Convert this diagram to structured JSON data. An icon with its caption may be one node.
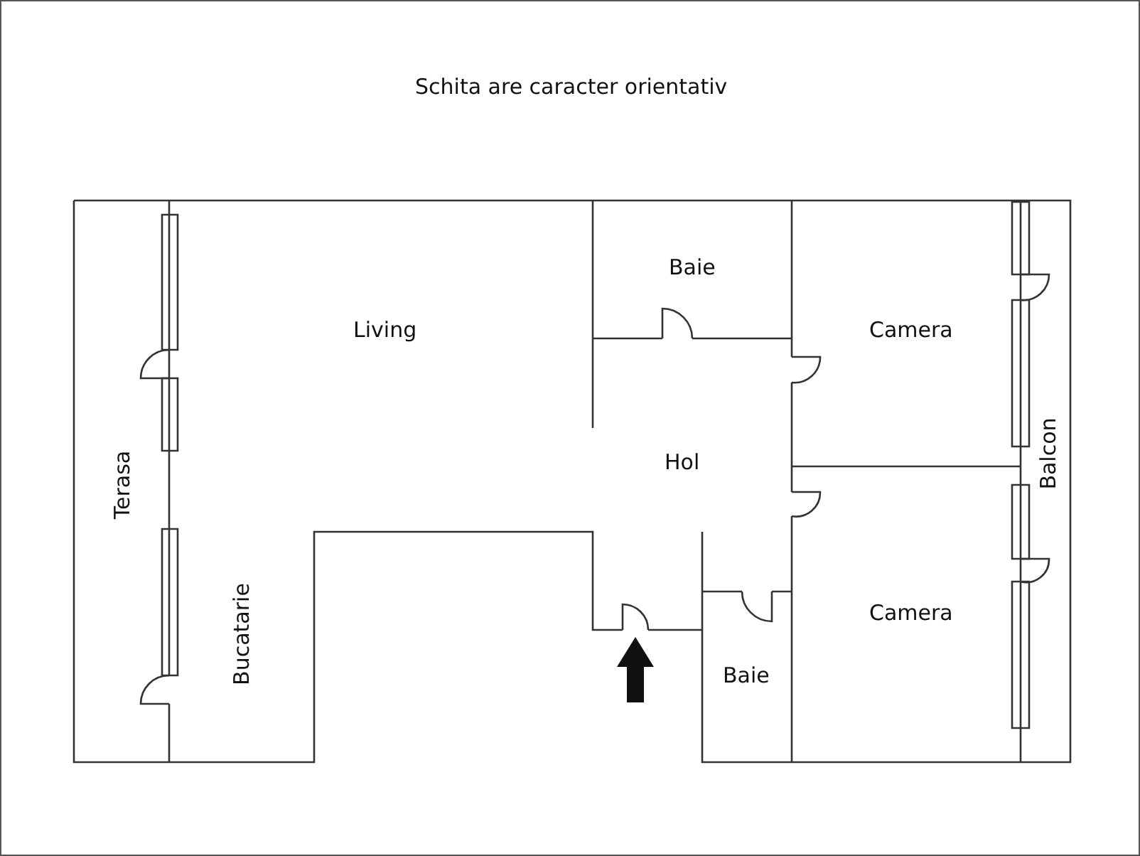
{
  "diagram": {
    "title": "Schita are caracter orientativ",
    "labels": [
      "Baie",
      "Living",
      "Camera",
      "Hol",
      "Terasa",
      "Balcon",
      "Camera",
      "Bucatarie",
      "Baie"
    ]
  }
}
